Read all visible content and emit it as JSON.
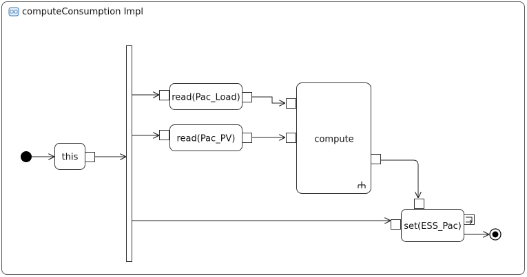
{
  "diagram": {
    "title": "computeConsumption Impl",
    "nodes": {
      "this": "this",
      "read_load": "read(Pac_Load)",
      "read_pv": "read(Pac_PV)",
      "compute": "compute",
      "set": "set(ESS_Pac)"
    }
  },
  "colors": {
    "border": "#555555",
    "node_stroke": "#333333",
    "line": "#222222",
    "background": "#ffffff"
  },
  "icons": {
    "frame": "activity-frame-icon",
    "compute_marker": "call-behavior-rake-icon",
    "stream_pin": "streaming-pin-icon"
  }
}
